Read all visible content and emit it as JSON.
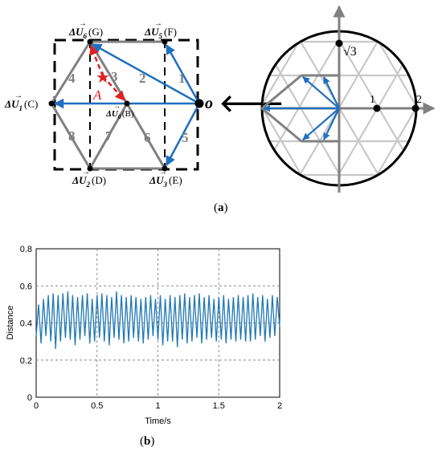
{
  "panel_a": {
    "caption_open": "(",
    "caption_letter": "a",
    "caption_close": ")",
    "vertex_labels": {
      "G": {
        "base": "ΔU",
        "sub": "6",
        "tail": "(G)"
      },
      "F": {
        "base": "ΔU",
        "sub": "5",
        "tail": "(F)"
      },
      "C": {
        "base": "ΔU",
        "sub": "1",
        "tail": "(C)"
      },
      "B": {
        "base": "ΔU",
        "sub": "0",
        "tail": "(B)"
      },
      "D": {
        "base": "ΔU",
        "sub": "2",
        "tail": "(D)"
      },
      "E": {
        "base": "ΔU",
        "sub": "3",
        "tail": "(E)"
      }
    },
    "origin_label": "o",
    "point_label": "A",
    "sector_numbers": [
      "1",
      "2",
      "3",
      "4",
      "5",
      "6",
      "7",
      "8"
    ],
    "hex_labels": {
      "sqrt3": "√3",
      "one": "1",
      "two": "2"
    },
    "arrow_symbol": "🡐"
  },
  "panel_b": {
    "caption_open": "(",
    "caption_letter": "b",
    "caption_close": ")"
  },
  "chart_data": {
    "type": "line",
    "title": "",
    "xlabel": "Time/s",
    "ylabel": "Distance",
    "xlim": [
      0,
      2
    ],
    "ylim": [
      0,
      0.8
    ],
    "xticks": [
      "0",
      "0.5",
      "1",
      "1.5",
      "2"
    ],
    "yticks": [
      "0",
      "0.2",
      "0.4",
      "0.6",
      "0.8"
    ],
    "grid": true,
    "line_color": "#1f77b4",
    "series": [
      {
        "x": [
          0,
          0.02,
          0.04,
          0.06,
          0.08,
          0.1,
          0.12,
          0.14,
          0.16,
          0.18,
          0.2,
          0.22,
          0.24,
          0.26,
          0.28,
          0.3,
          0.32,
          0.34,
          0.36,
          0.38,
          0.4,
          0.42,
          0.44,
          0.46,
          0.48,
          0.5,
          0.52,
          0.54,
          0.56,
          0.58,
          0.6,
          0.62,
          0.64,
          0.66,
          0.68,
          0.7,
          0.72,
          0.74,
          0.76,
          0.78,
          0.8,
          0.82,
          0.84,
          0.86,
          0.88,
          0.9,
          0.92,
          0.94,
          0.96,
          0.98,
          1.0,
          1.02,
          1.04,
          1.06,
          1.08,
          1.1,
          1.12,
          1.14,
          1.16,
          1.18,
          1.2,
          1.22,
          1.24,
          1.26,
          1.28,
          1.3,
          1.32,
          1.34,
          1.36,
          1.38,
          1.4,
          1.42,
          1.44,
          1.46,
          1.48,
          1.5,
          1.52,
          1.54,
          1.56,
          1.58,
          1.6,
          1.62,
          1.64,
          1.66,
          1.68,
          1.7,
          1.72,
          1.74,
          1.76,
          1.78,
          1.8,
          1.82,
          1.84,
          1.86,
          1.88,
          1.9,
          1.92,
          1.94,
          1.96,
          1.98,
          2.0
        ],
        "values": [
          0.33,
          0.5,
          0.29,
          0.53,
          0.33,
          0.55,
          0.3,
          0.56,
          0.26,
          0.55,
          0.3,
          0.56,
          0.32,
          0.57,
          0.31,
          0.55,
          0.28,
          0.54,
          0.31,
          0.55,
          0.33,
          0.56,
          0.29,
          0.53,
          0.3,
          0.55,
          0.32,
          0.56,
          0.3,
          0.55,
          0.28,
          0.54,
          0.32,
          0.57,
          0.31,
          0.55,
          0.29,
          0.54,
          0.3,
          0.55,
          0.32,
          0.54,
          0.3,
          0.53,
          0.29,
          0.54,
          0.31,
          0.55,
          0.33,
          0.53,
          0.31,
          0.55,
          0.28,
          0.53,
          0.3,
          0.55,
          0.3,
          0.54,
          0.27,
          0.55,
          0.31,
          0.56,
          0.29,
          0.54,
          0.3,
          0.55,
          0.32,
          0.56,
          0.29,
          0.54,
          0.31,
          0.55,
          0.32,
          0.53,
          0.3,
          0.54,
          0.31,
          0.55,
          0.29,
          0.53,
          0.31,
          0.54,
          0.3,
          0.55,
          0.31,
          0.54,
          0.3,
          0.55,
          0.3,
          0.56,
          0.31,
          0.54,
          0.33,
          0.55,
          0.3,
          0.53,
          0.32,
          0.55,
          0.33,
          0.54,
          0.38
        ]
      }
    ]
  }
}
